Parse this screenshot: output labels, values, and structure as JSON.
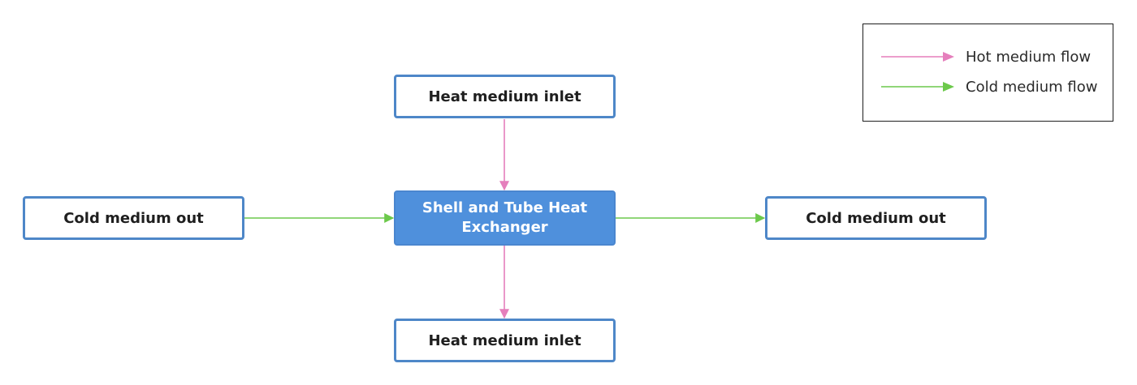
{
  "colors": {
    "hot_flow": "#e57fbc",
    "cold_flow": "#6cc94b",
    "node_border": "#4e87c8",
    "main_node_fill": "#4f90dc"
  },
  "nodes": {
    "top": {
      "label": "Heat medium inlet"
    },
    "left": {
      "label": "Cold medium out"
    },
    "center": {
      "label": "Shell and Tube Heat Exchanger"
    },
    "right": {
      "label": "Cold medium out"
    },
    "bottom": {
      "label": "Heat medium inlet"
    }
  },
  "legend": {
    "hot_label": "Hot medium flow",
    "cold_label": "Cold medium flow"
  }
}
